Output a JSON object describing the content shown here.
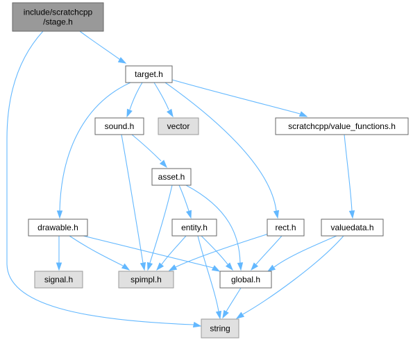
{
  "colors": {
    "edge": "#63b8ff",
    "node_fill": "#ffffff",
    "node_border": "#666666",
    "external_fill": "#e0e0e0",
    "external_border": "#999999",
    "root_fill": "#999999",
    "root_border": "#666666"
  },
  "nodes": {
    "stage": {
      "lines": [
        "include/scratchcpp",
        "/stage.h"
      ],
      "kind": "root"
    },
    "target": {
      "lines": [
        "target.h"
      ],
      "kind": "header"
    },
    "sound": {
      "lines": [
        "sound.h"
      ],
      "kind": "header"
    },
    "vector": {
      "lines": [
        "vector"
      ],
      "kind": "external"
    },
    "value_functions": {
      "lines": [
        "scratchcpp/value_functions.h"
      ],
      "kind": "header"
    },
    "asset": {
      "lines": [
        "asset.h"
      ],
      "kind": "header"
    },
    "drawable": {
      "lines": [
        "drawable.h"
      ],
      "kind": "header"
    },
    "entity": {
      "lines": [
        "entity.h"
      ],
      "kind": "header"
    },
    "rect": {
      "lines": [
        "rect.h"
      ],
      "kind": "header"
    },
    "valuedata": {
      "lines": [
        "valuedata.h"
      ],
      "kind": "header"
    },
    "signal": {
      "lines": [
        "signal.h"
      ],
      "kind": "external"
    },
    "spimpl": {
      "lines": [
        "spimpl.h"
      ],
      "kind": "external"
    },
    "global": {
      "lines": [
        "global.h"
      ],
      "kind": "header"
    },
    "string": {
      "lines": [
        "string"
      ],
      "kind": "external"
    }
  },
  "edges": [
    [
      "stage",
      "target"
    ],
    [
      "stage",
      "string"
    ],
    [
      "target",
      "sound"
    ],
    [
      "target",
      "vector"
    ],
    [
      "target",
      "value_functions"
    ],
    [
      "target",
      "drawable"
    ],
    [
      "target",
      "rect"
    ],
    [
      "sound",
      "asset"
    ],
    [
      "sound",
      "spimpl"
    ],
    [
      "value_functions",
      "valuedata"
    ],
    [
      "asset",
      "entity"
    ],
    [
      "asset",
      "spimpl"
    ],
    [
      "asset",
      "global"
    ],
    [
      "drawable",
      "signal"
    ],
    [
      "drawable",
      "spimpl"
    ],
    [
      "drawable",
      "global"
    ],
    [
      "entity",
      "spimpl"
    ],
    [
      "entity",
      "global"
    ],
    [
      "entity",
      "string"
    ],
    [
      "rect",
      "spimpl"
    ],
    [
      "rect",
      "global"
    ],
    [
      "valuedata",
      "global"
    ],
    [
      "valuedata",
      "string"
    ],
    [
      "global",
      "string"
    ]
  ]
}
